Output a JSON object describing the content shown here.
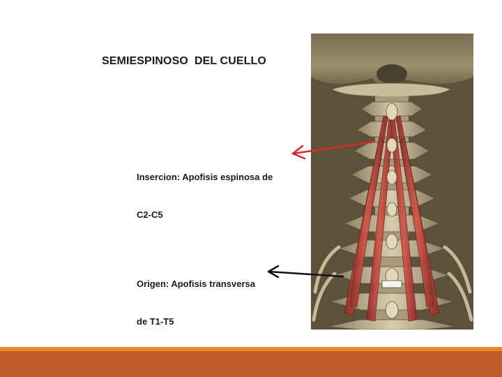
{
  "title": "SEMIESPINOSO  DEL CUELLO",
  "insercion": {
    "line1": "Insercion: Apofisis espinosa de",
    "line2": "C2-C5"
  },
  "origen": {
    "line1": "Origen: Apofisis transversa",
    "line2": "de T1-T5"
  },
  "colors": {
    "footer_bar": "#c05a2a",
    "footer_line": "#e8862a",
    "insercion_arrow": "#d42a2a",
    "origen_arrow": "#111111",
    "muscle": "#b8453c",
    "bone": "#d8cbb0"
  },
  "illustration": "cervical-spine-muscle-illustration"
}
